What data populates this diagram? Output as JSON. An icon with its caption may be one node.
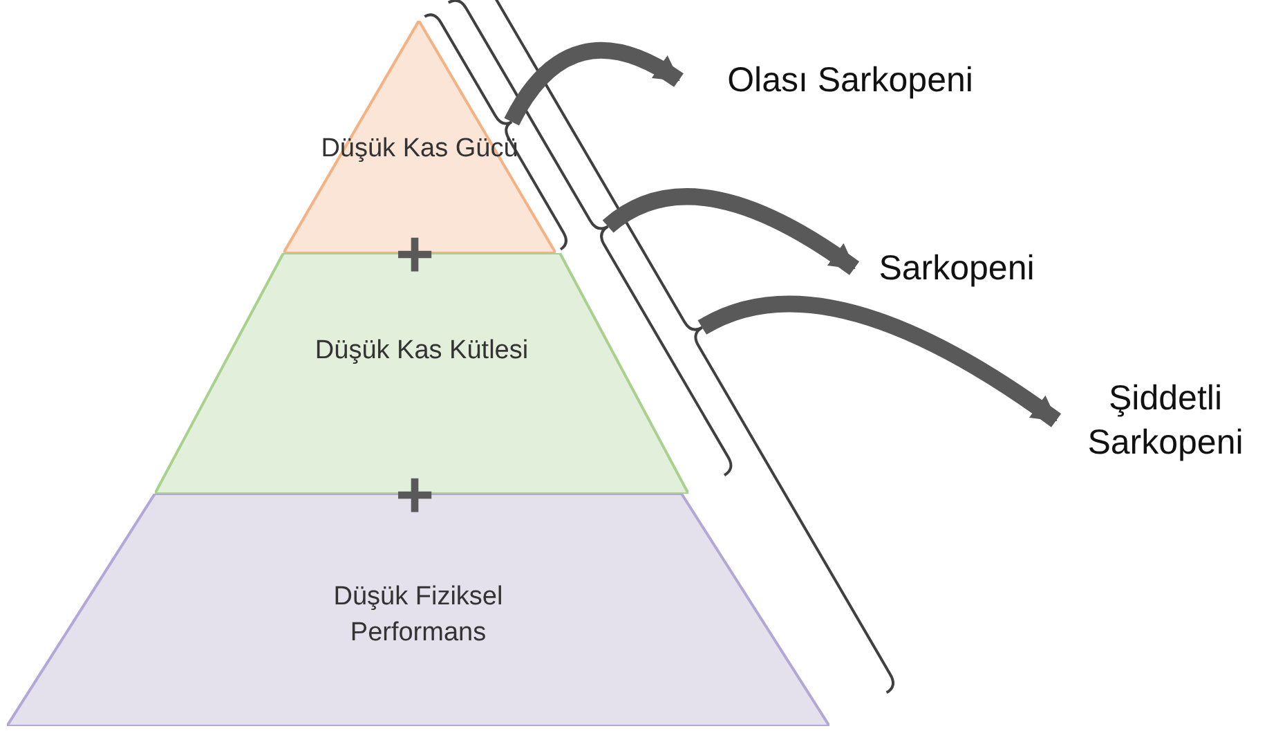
{
  "diagram": {
    "nodes": [
      {
        "text": [
          "Düşük Kas Gücü"
        ]
      },
      {
        "text": [
          "Düşük Kas Kütlesi"
        ]
      },
      {
        "text": [
          "Düşük Fiziksel Performans"
        ]
      },
      {
        "text": [
          "Olası Sarkopeni"
        ]
      },
      {
        "text": [
          "Sarkopeni"
        ]
      },
      {
        "text": [
          "Şiddetli Sarkopeni"
        ]
      }
    ],
    "edges": [
      {
        "from": null,
        "to": 3,
        "arrow": "to"
      },
      {
        "from": null,
        "to": 4,
        "arrow": "to"
      },
      {
        "from": null,
        "to": 5,
        "arrow": "to"
      }
    ],
    "labels": [
      "+",
      "+"
    ]
  }
}
